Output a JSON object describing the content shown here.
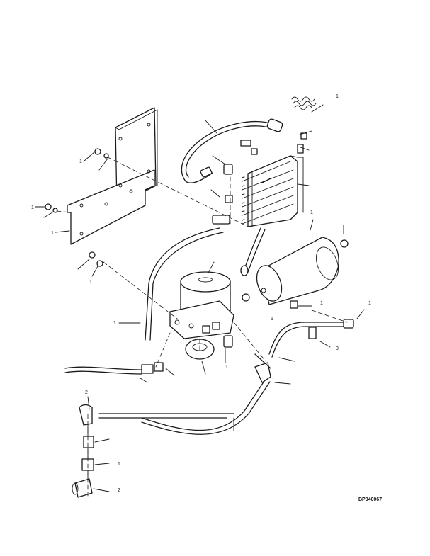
{
  "figure_code": "BP040067",
  "callouts": [
    {
      "id": "c1",
      "text": "1"
    },
    {
      "id": "c2",
      "text": "1"
    },
    {
      "id": "c3",
      "text": "1"
    },
    {
      "id": "c4",
      "text": "1"
    },
    {
      "id": "c5",
      "text": "1"
    },
    {
      "id": "c6",
      "text": "1"
    },
    {
      "id": "c7",
      "text": "1"
    },
    {
      "id": "c8",
      "text": "1"
    },
    {
      "id": "c9",
      "text": "1"
    },
    {
      "id": "c10",
      "text": "1"
    },
    {
      "id": "c11",
      "text": "1"
    },
    {
      "id": "c12",
      "text": "3"
    },
    {
      "id": "c13",
      "text": "2"
    },
    {
      "id": "c14",
      "text": "1"
    },
    {
      "id": "c15",
      "text": "2"
    }
  ]
}
